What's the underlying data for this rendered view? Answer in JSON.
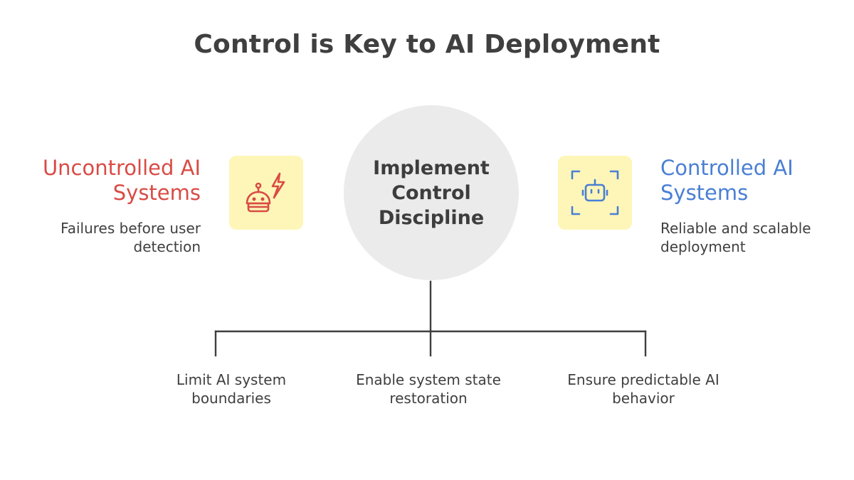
{
  "title": "Control is Key to AI Deployment",
  "center": {
    "label": "Implement\nControl\nDiscipline"
  },
  "left": {
    "title": "Uncontrolled AI\nSystems",
    "description": "Failures before user\ndetection",
    "icon": "robot-lightning-icon",
    "color": "#d94b45"
  },
  "right": {
    "title": "Controlled AI\nSystems",
    "description": "Reliable and scalable\ndeployment",
    "icon": "robot-focus-frame-icon",
    "color": "#4a7fd4"
  },
  "branches": [
    {
      "label": "Limit AI system\nboundaries"
    },
    {
      "label": "Enable system state\nrestoration"
    },
    {
      "label": "Ensure predictable AI\nbehavior"
    }
  ],
  "colors": {
    "circle": "#ebebeb",
    "icon_box": "#fdf6b8",
    "text": "#3f3f3f"
  }
}
